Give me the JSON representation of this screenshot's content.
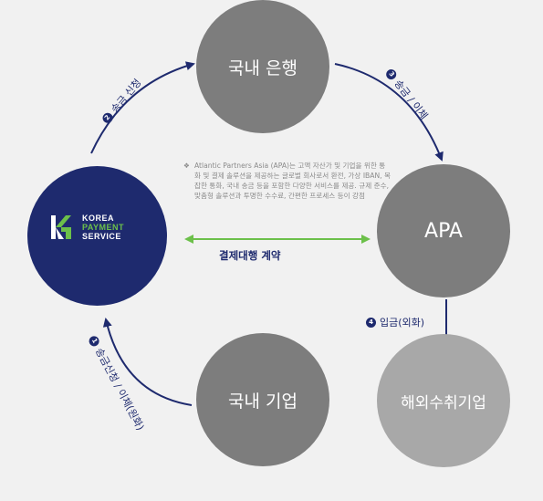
{
  "nodes": {
    "bank": "국내 은행",
    "apa": "APA",
    "domestic_company": "국내 기업",
    "overseas": "해외수취기업",
    "kps_logo": {
      "line1": "KOREA",
      "line2": "PAYMENT",
      "line3": "SERVICE"
    }
  },
  "flows": {
    "step1": {
      "number": "1",
      "label": "송금신청 / 이체(원화)"
    },
    "step2": {
      "number": "2",
      "label": "송금 신청"
    },
    "step3": {
      "number": "3",
      "label": "송금 / 이체"
    },
    "step4": {
      "number": "4",
      "label": "입금(외화)"
    },
    "contract": "결제대행 계약"
  },
  "note": {
    "bullet": "❖",
    "text": "Atlantic Partners Asia (APA)는 고액 자산가 및 기업을 위한 통화 및 결제 솔루션을 제공하는 글로벌 회사로서 환전, 가상 IBAN, 복잡한 통화, 국내 송금 등을 포함한 다양한 서비스를 제공. 규제 준수, 맞춤형 솔루션과 투명한 수수료, 간편한 프로세스 등이 강점"
  },
  "colors": {
    "navy": "#1e2a6e",
    "green": "#6cc04a",
    "gray_circle": "#7d7d7d",
    "light_circle": "#a8a8a8",
    "background": "#f1f1f1"
  }
}
